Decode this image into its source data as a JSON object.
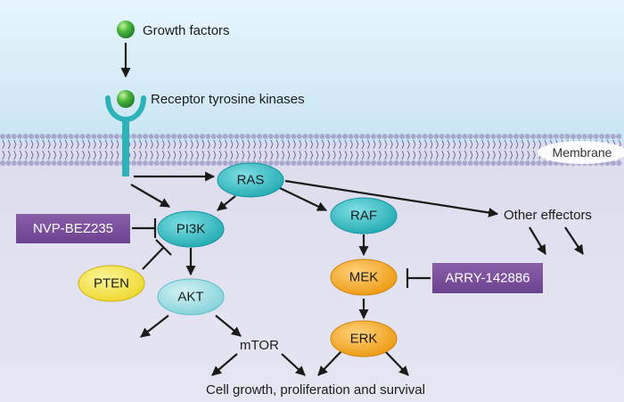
{
  "labels": {
    "growth_factors": "Growth factors",
    "receptor": "Receptor tyrosine kinases",
    "membrane": "Membrane",
    "other_effectors": "Other effectors",
    "mtor": "mTOR",
    "outcome": "Cell growth, proliferation and survival"
  },
  "nodes": {
    "ras": "RAS",
    "pi3k": "PI3K",
    "raf": "RAF",
    "akt": "AKT",
    "pten": "PTEN",
    "mek": "MEK",
    "erk": "ERK"
  },
  "drugs": {
    "nvp": "NVP-BEZ235",
    "arry": "ARRY-142886"
  },
  "colors": {
    "sky_top": "#dff1fb",
    "sky_bottom": "#cbe6f3",
    "cell": "#e4e4f1",
    "membrane_head": "#a9a9cf",
    "membrane_tail": "#6a6aa0",
    "teal_node": "#22b3bb",
    "teal_light": "#92d8dd",
    "orange_node": "#f3a211",
    "yellow_node": "#f4e33a",
    "drug_box": "#7c4f9c",
    "ligand_green": "#2f9e34",
    "receptor_teal": "#2cb2b8"
  }
}
